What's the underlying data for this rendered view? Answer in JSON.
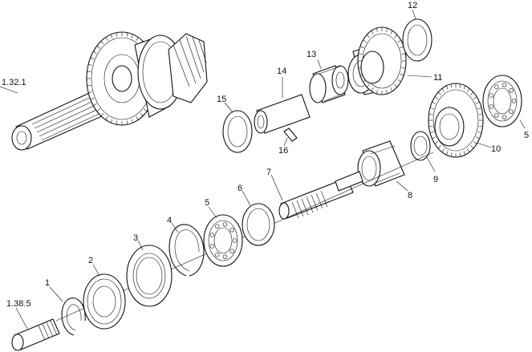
{
  "labels": {
    "assembly_upper": "1.32.1",
    "assembly_lower": "1.38.5",
    "p1": "1",
    "p2": "2",
    "p3": "3",
    "p4": "4",
    "p5a": "5",
    "p5b": "5",
    "p6": "6",
    "p7": "7",
    "p8": "8",
    "p9": "9",
    "p10": "10",
    "p11": "11",
    "p12": "12",
    "p13": "13",
    "p14": "14",
    "p15": "15",
    "p16": "16"
  }
}
